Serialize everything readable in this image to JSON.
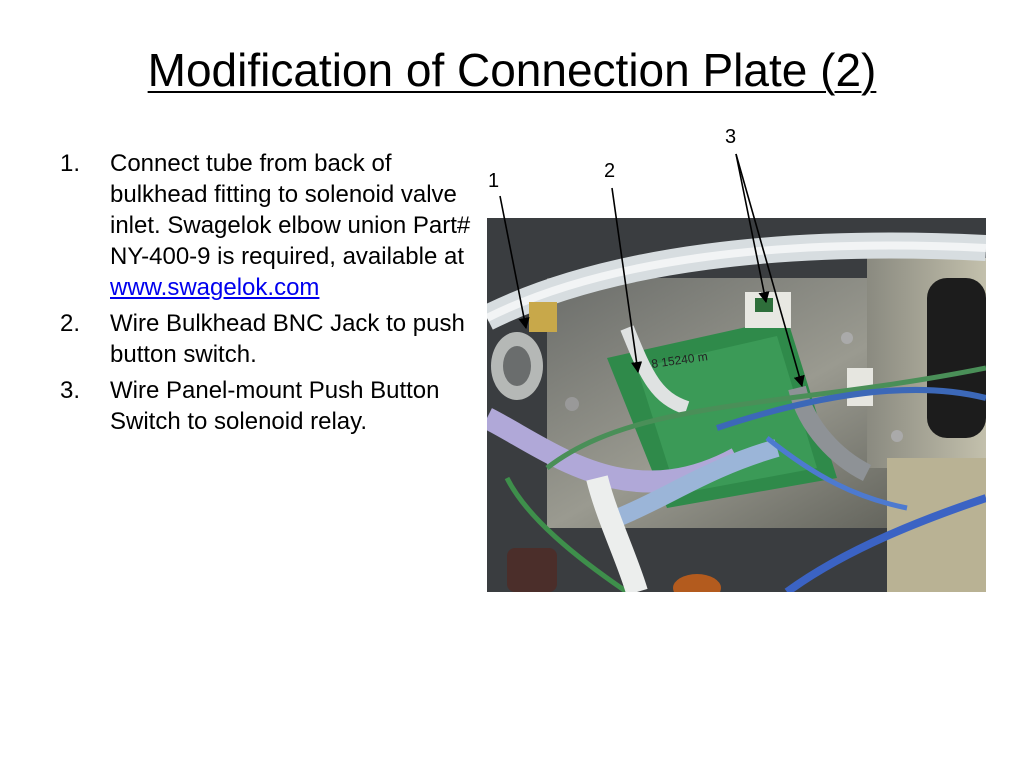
{
  "title": "Modification of Connection Plate (2)",
  "steps": [
    {
      "num": "1.",
      "text": "Connect tube from back of bulkhead fitting to solenoid valve inlet.  Swagelok elbow union Part# NY-400-9 is required, available at",
      "link": "www.swagelok.com"
    },
    {
      "num": "2.",
      "text": "Wire Bulkhead BNC Jack to push button switch."
    },
    {
      "num": "3.",
      "text": "Wire Panel-mount Push Button Switch to solenoid relay."
    }
  ],
  "callouts": [
    "1",
    "2",
    "3"
  ],
  "photo": {
    "board_handwriting": "8 15240 m",
    "description_icon": "wiring-photo"
  }
}
